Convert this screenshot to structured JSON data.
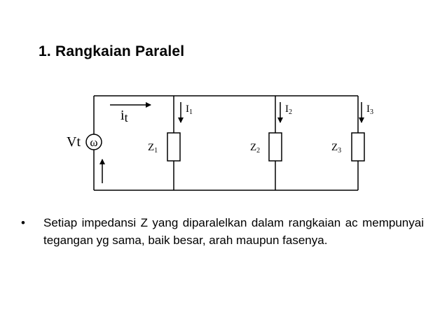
{
  "slide": {
    "title": "1. Rangkaian Paralel",
    "bullet_symbol": "•",
    "bullet_text": "Setiap impedansi Z yang diparalelkan dalam rangkaian ac mempunyai tegangan yg sama,  baik besar, arah maupun fasenya."
  },
  "circuit": {
    "source_label": "Vt",
    "source_symbol": "ω",
    "total_current_main": "i",
    "total_current_sub": "t",
    "branches": [
      {
        "current_main": "I",
        "current_sub": "1",
        "impedance_main": "Z",
        "impedance_sub": "1"
      },
      {
        "current_main": "I",
        "current_sub": "2",
        "impedance_main": "Z",
        "impedance_sub": "2"
      },
      {
        "current_main": "I",
        "current_sub": "3",
        "impedance_main": "Z",
        "impedance_sub": "3"
      }
    ]
  },
  "colors": {
    "background": "#ffffff",
    "ink": "#000000"
  }
}
